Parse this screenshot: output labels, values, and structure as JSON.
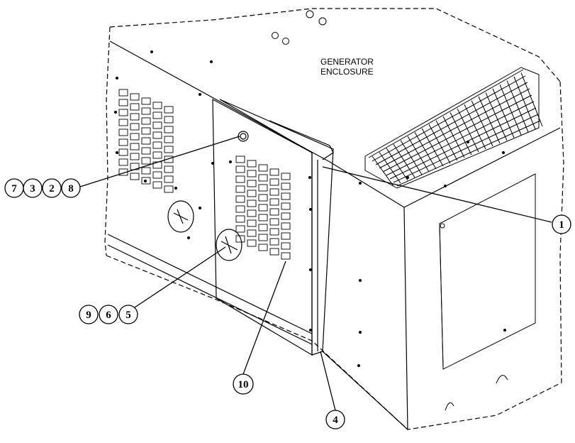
{
  "label": {
    "line1": "GENERATOR",
    "line2": "ENCLOSURE"
  },
  "callouts": {
    "group_7328": [
      "7",
      "3",
      "2",
      "8"
    ],
    "group_965": [
      "9",
      "6",
      "5"
    ],
    "item_1": "1",
    "item_10": "10",
    "item_4": "4"
  },
  "colors": {
    "line": "#000000",
    "background": "#ffffff"
  }
}
